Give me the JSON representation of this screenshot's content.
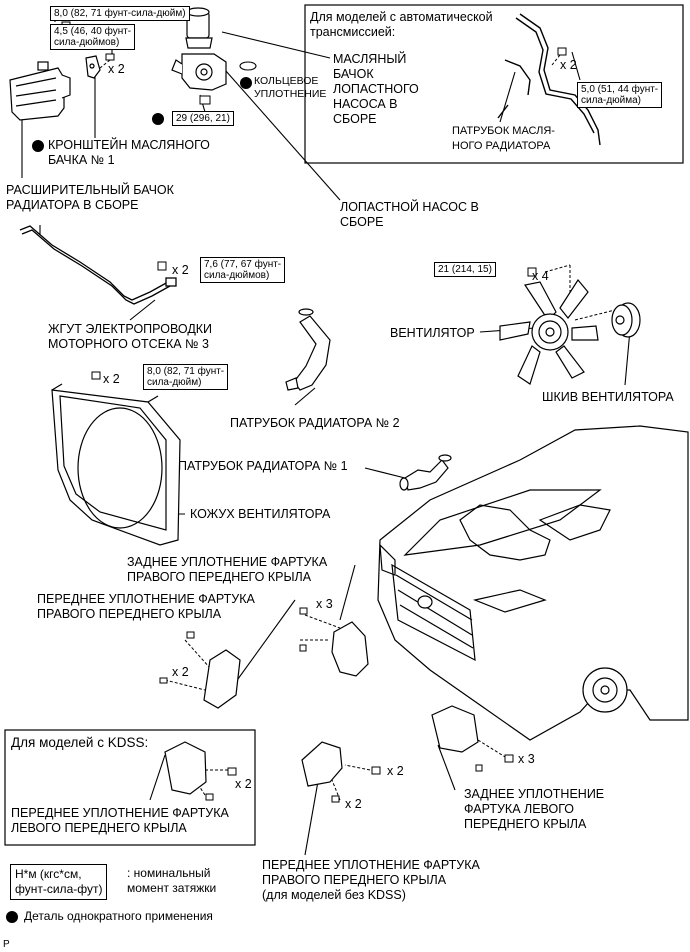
{
  "torque": {
    "t1": "8,0 (82, 71 фунт-сила-дюйм)",
    "t2": "4,5 (46, 40 фунт-\nсила-дюймов)",
    "t3": "29 (296, 21)",
    "t4": "5,0 (51, 44 фунт-\nсила-дюйма)",
    "t5": "7,6 (77, 67 фунт-\nсила-дюймов)",
    "t6": "21 (214, 15)",
    "t7": "8,0 (82, 71 фунт-\nсила-дюйм)"
  },
  "counts": {
    "c1": "x 2",
    "c2": "x 2",
    "c3": "x 2",
    "c4": "x 4",
    "c5": "x 2",
    "c6": "x 3",
    "c7": "x 2",
    "c8": "x 2",
    "c9": "x 2",
    "c10": "x 2",
    "c11": "x 3"
  },
  "labels": {
    "bracket": "КРОНШТЕЙН МАСЛЯНОГО\nБАЧКА № 1",
    "reservoir": "РАСШИРИТЕЛЬНЫЙ БАЧОК\nРАДИАТОРА В СБОРЕ",
    "oil_reservoir": "МАСЛЯНЫЙ\nБАЧОК\nЛОПАСТНОГО\nНАСОСА В\nСБОРЕ",
    "o_ring": "КОЛЬЦЕВОЕ\nУПЛОТНЕНИЕ",
    "vane_pump": "ЛОПАСТНОЙ НАСОС В\nСБОРЕ",
    "automatic_title": "Для моделей с автоматической\nтрансмиссией:",
    "oil_cooler_tube": "ПАТРУБОК МАСЛЯ-\nНОГО РАДИАТОРА",
    "wire_harness": "ЖГУТ ЭЛЕКТРОПРОВОДКИ\nМОТОРНОГО ОТСЕКА № 3",
    "fan": "ВЕНТИЛЯТОР",
    "fan_pulley": "ШКИВ ВЕНТИЛЯТОРА",
    "hose2": "ПАТРУБОК РАДИАТОРА № 2",
    "hose1": "ПАТРУБОК РАДИАТОРА № 1",
    "fan_shroud": "КОЖУХ ВЕНТИЛЯТОРА",
    "rear_rh": "ЗАДНЕЕ УПЛОТНЕНИЕ ФАРТУКА\nПРАВОГО ПЕРЕДНЕГО КРЫЛА",
    "front_rh": "ПЕРЕДНЕЕ УПЛОТНЕНИЕ ФАРТУКА\nПРАВОГО ПЕРЕДНЕГО КРЫЛА",
    "kdss_title": "Для моделей с KDSS:",
    "front_lh": "ПЕРЕДНЕЕ УПЛОТНЕНИЕ ФАРТУКА\nЛЕВОГО ПЕРЕДНЕГО КРЫЛА",
    "rear_lh": "ЗАДНЕЕ УПЛОТНЕНИЕ\nФАРТУКА ЛЕВОГО\nПЕРЕДНЕГО КРЫЛА",
    "front_rh_no_kdss": "ПЕРЕДНЕЕ УПЛОТНЕНИЕ ФАРТУКА\nПРАВОГО ПЕРЕДНЕГО КРЫЛА\n(для моделей без KDSS)"
  },
  "legend": {
    "torque_unit": "Н*м (кгс*см,\nфунт-сила-фут)",
    "torque_desc": ": номинальный\nмомент затяжки",
    "non_reusable": "Деталь однократного применения"
  },
  "figure_code": "P"
}
